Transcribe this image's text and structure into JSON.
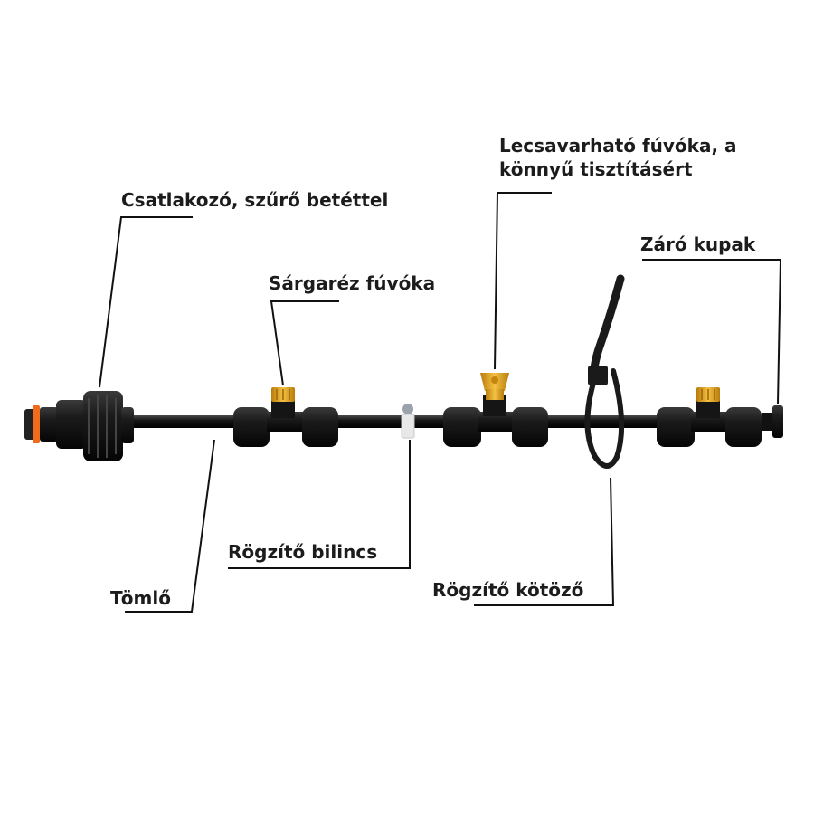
{
  "labels": {
    "connector": "Csatlakozó, szűrő betéttel",
    "brass_nozzle": "Sárgaréz fúvóka",
    "screw_nozzle_line1": "Lecsavarható fúvóka, a",
    "screw_nozzle_line2": "könnyű tisztításért",
    "end_cap": "Záró kupak",
    "clamp": "Rögzítő bilincs",
    "hose": "Tömlő",
    "cable_tie": "Rögzítő kötöző"
  },
  "colors": {
    "text": "#1c1c1c",
    "pipe": "#111111",
    "fitting": "#1a1a1a",
    "brass": "#e0a21c",
    "orange_ring": "#f26a1b",
    "clamp": "#e8e8e8",
    "leader_line": "#111111"
  }
}
